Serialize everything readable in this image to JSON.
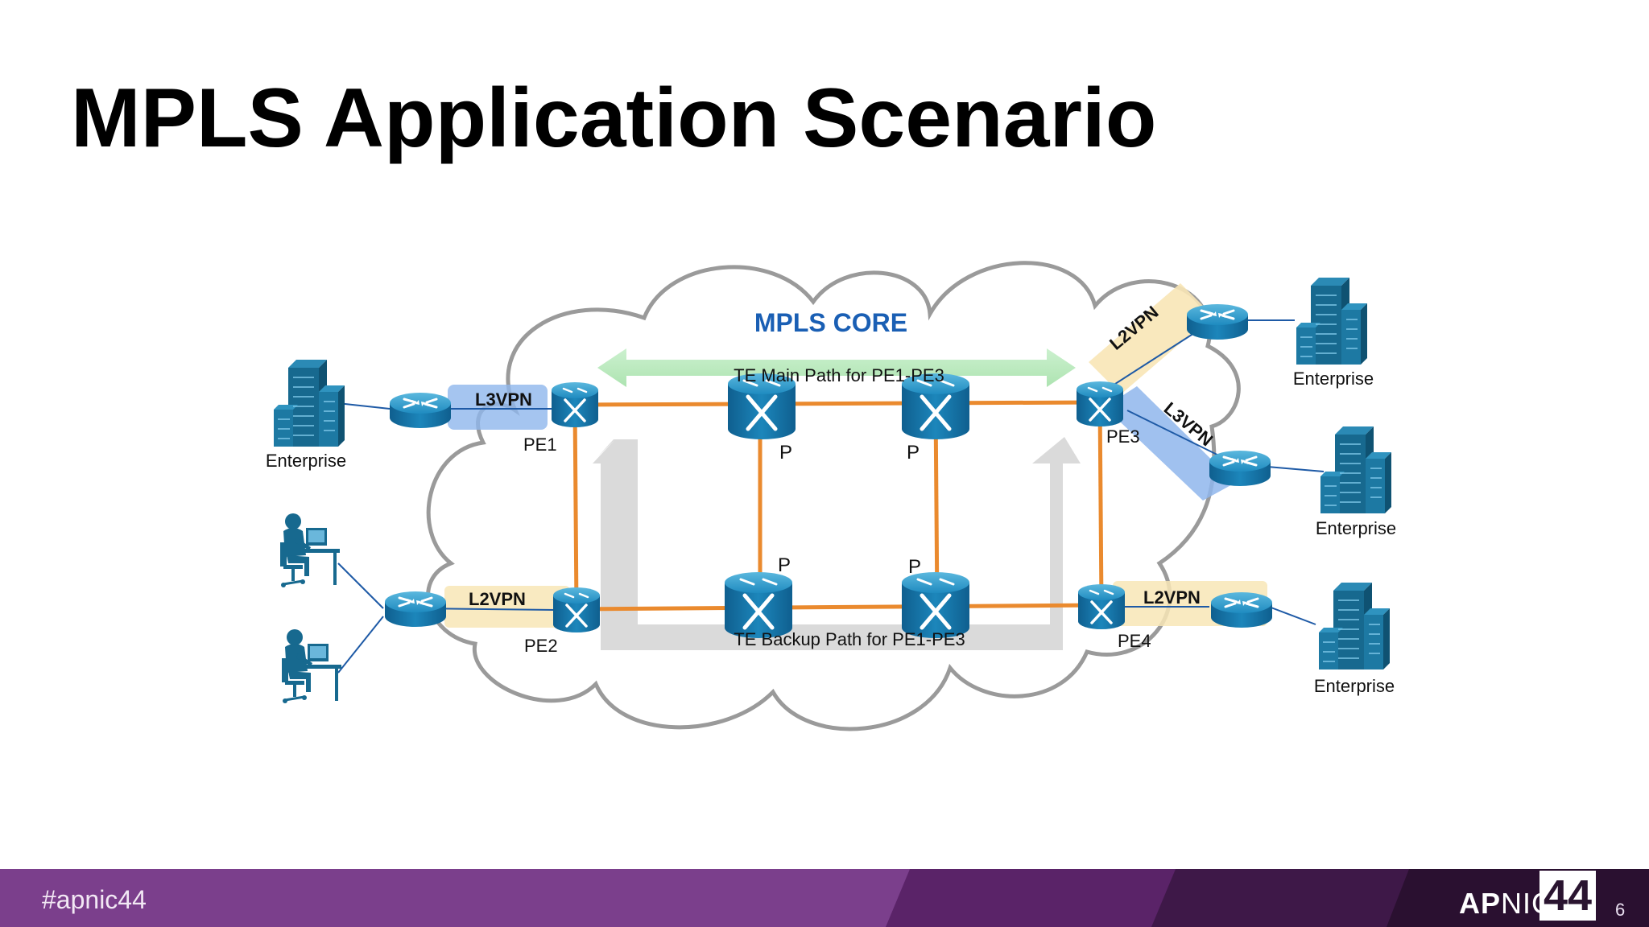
{
  "slide": {
    "title": "MPLS Application Scenario",
    "number": "6"
  },
  "diagram": {
    "core_label": "MPLS CORE",
    "main_path_label": "TE Main Path for PE1-PE3",
    "backup_path_label": "TE Backup Path for PE1-PE3",
    "routers": {
      "pe1": "PE1",
      "pe2": "PE2",
      "pe3": "PE3",
      "pe4": "PE4",
      "p": "P"
    },
    "vpn": {
      "left_top": "L3VPN",
      "left_bottom": "L2VPN",
      "right_upper": "L2VPN",
      "right_middle": "L3VPN",
      "right_bottom": "L2VPN"
    },
    "site_label": "Enterprise"
  },
  "footer": {
    "hashtag": "#apnic44",
    "brand_bold": "AP",
    "brand_light": "NIC",
    "brand_number": "44"
  },
  "colors": {
    "device_blue": "#1b80b3",
    "link_orange": "#ea8a2e",
    "core_label_blue": "#1a5fb4",
    "cloud_grey": "#9a9a9a",
    "l3vpn_band": "#8fb6ec",
    "l2vpn_band": "#f8e6b6",
    "footer_purple": "#7b3f8c"
  },
  "icons": [
    "router-icon",
    "switch-router-icon",
    "enterprise-building-icon",
    "user-workstation-icon",
    "apnic-logo"
  ]
}
